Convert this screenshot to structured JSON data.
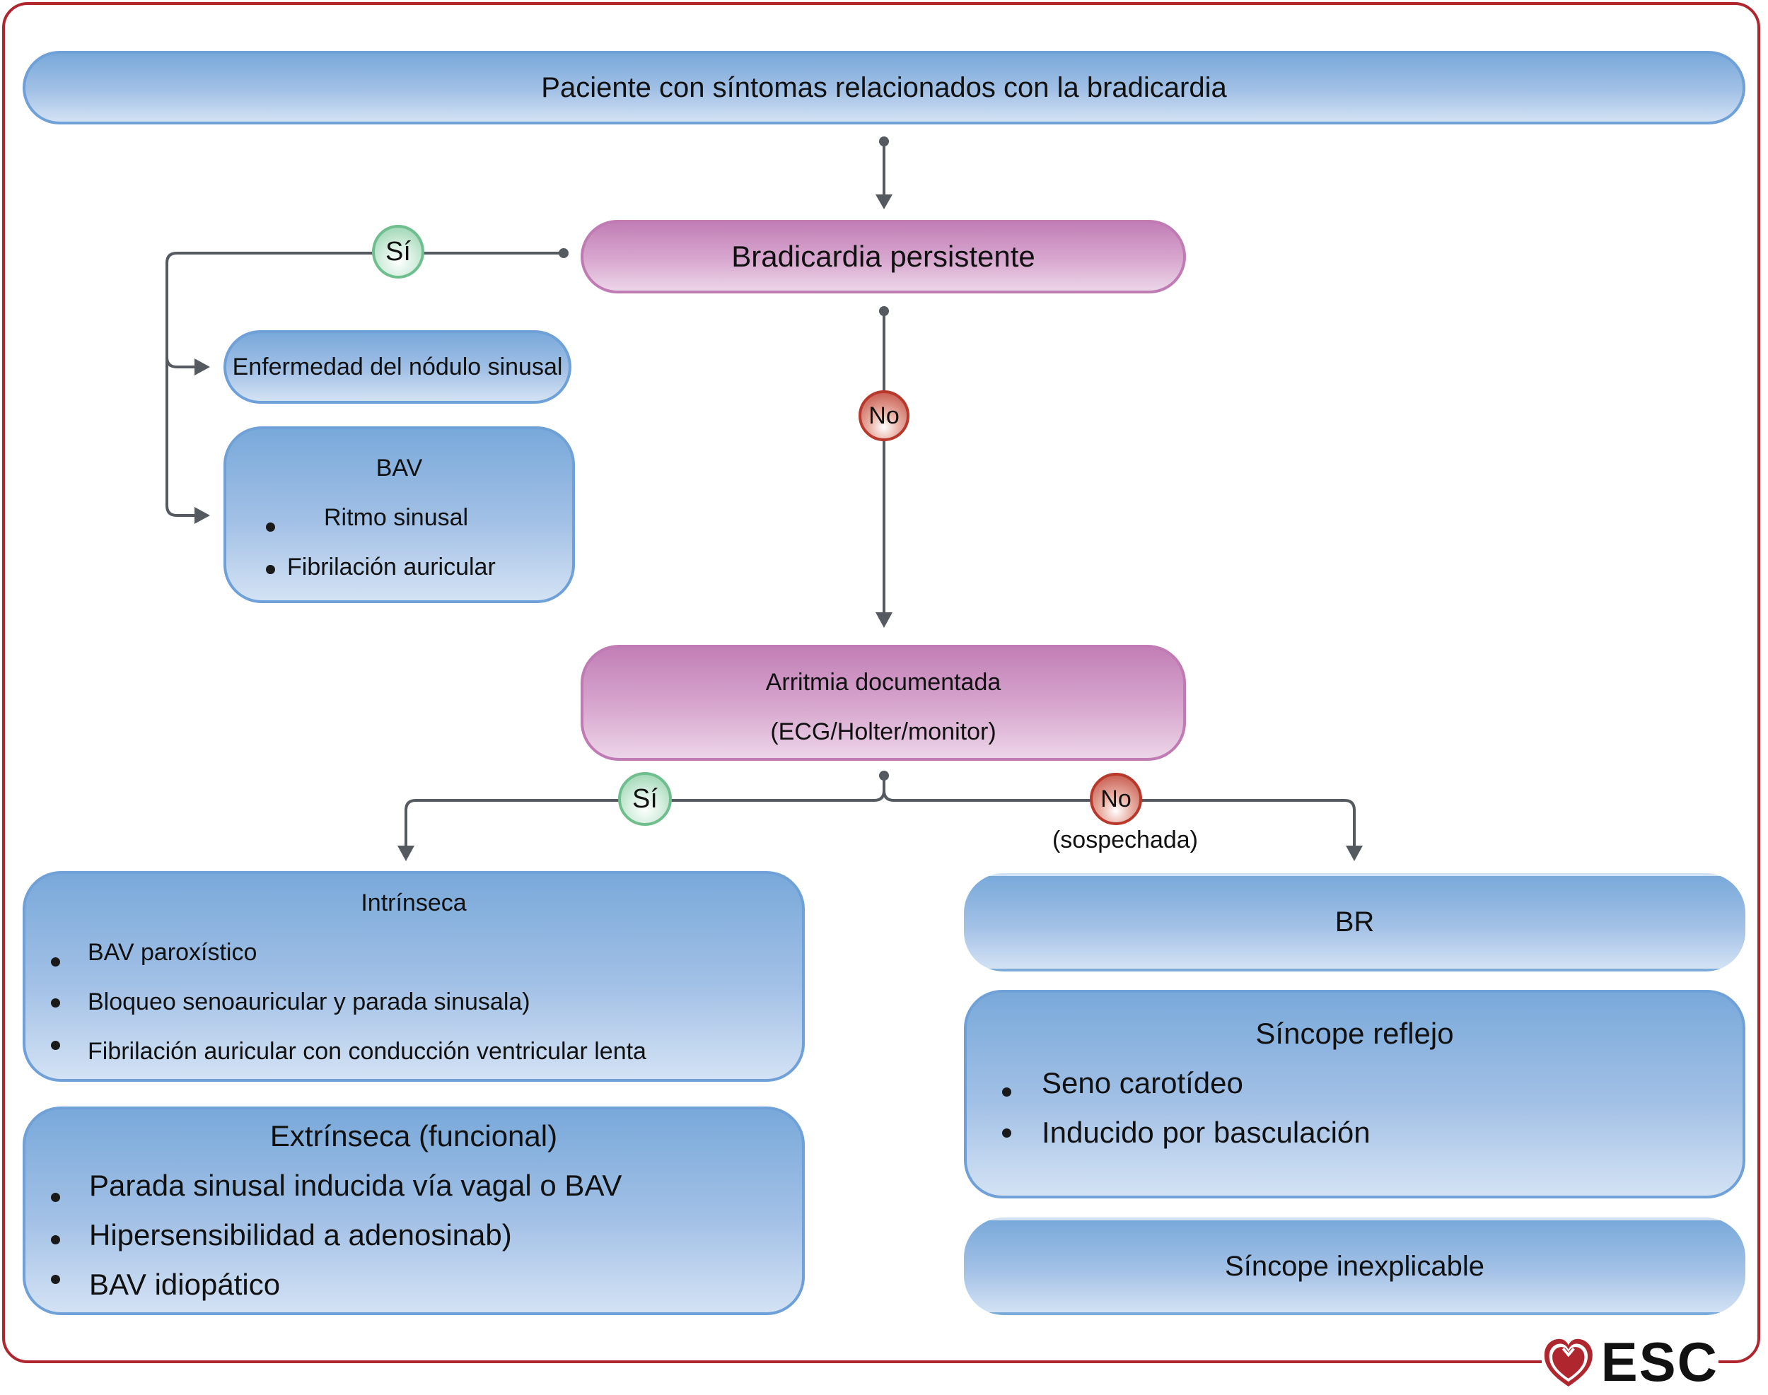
{
  "title_box": {
    "text": "Paciente con síntomas relacionados con la bradicardia"
  },
  "decision_1": {
    "text": "Bradicardia persistente"
  },
  "decision_1_yes": {
    "label": "Sí"
  },
  "decision_1_no": {
    "label": "No"
  },
  "sinus_node_box": {
    "text": "Enfermedad del nódulo sinusal"
  },
  "bav_box": {
    "title": "BAV",
    "items": [
      "Ritmo sinusal",
      "Fibrilación auricular"
    ]
  },
  "decision_2": {
    "line1": "Arritmia documentada",
    "line2": "(ECG/Holter/monitor)"
  },
  "decision_2_yes": {
    "label": "Sí"
  },
  "decision_2_no": {
    "label": "No",
    "sublabel": "(sospechada)"
  },
  "intrinsic_box": {
    "title": "Intrínseca",
    "items": [
      "BAV paroxístico",
      "Bloqueo senoauricular y parada sinusala)",
      "Fibrilación auricular con conducción ventricular lenta"
    ]
  },
  "extrinsic_box": {
    "title": "Extrínseca (funcional)",
    "items": [
      "Parada sinusal inducida vía vagal o BAV",
      "Hipersensibilidad a adenosinab)",
      "BAV idiopático"
    ]
  },
  "br_box": {
    "text": "BR"
  },
  "reflex_syncope_box": {
    "title": "Síncope reflejo",
    "items": [
      "Seno carotídeo",
      "Inducido por basculación"
    ]
  },
  "unexplained_syncope_box": {
    "text": "Síncope inexplicable"
  },
  "logo": {
    "text": "ESC"
  },
  "colors": {
    "frame": "#b0262e",
    "blue_box": "#79a9da",
    "pink_box": "#c27fb6",
    "yes_badge": "#6fbf8e",
    "no_badge": "#b8392c",
    "connector": "#555a60"
  }
}
